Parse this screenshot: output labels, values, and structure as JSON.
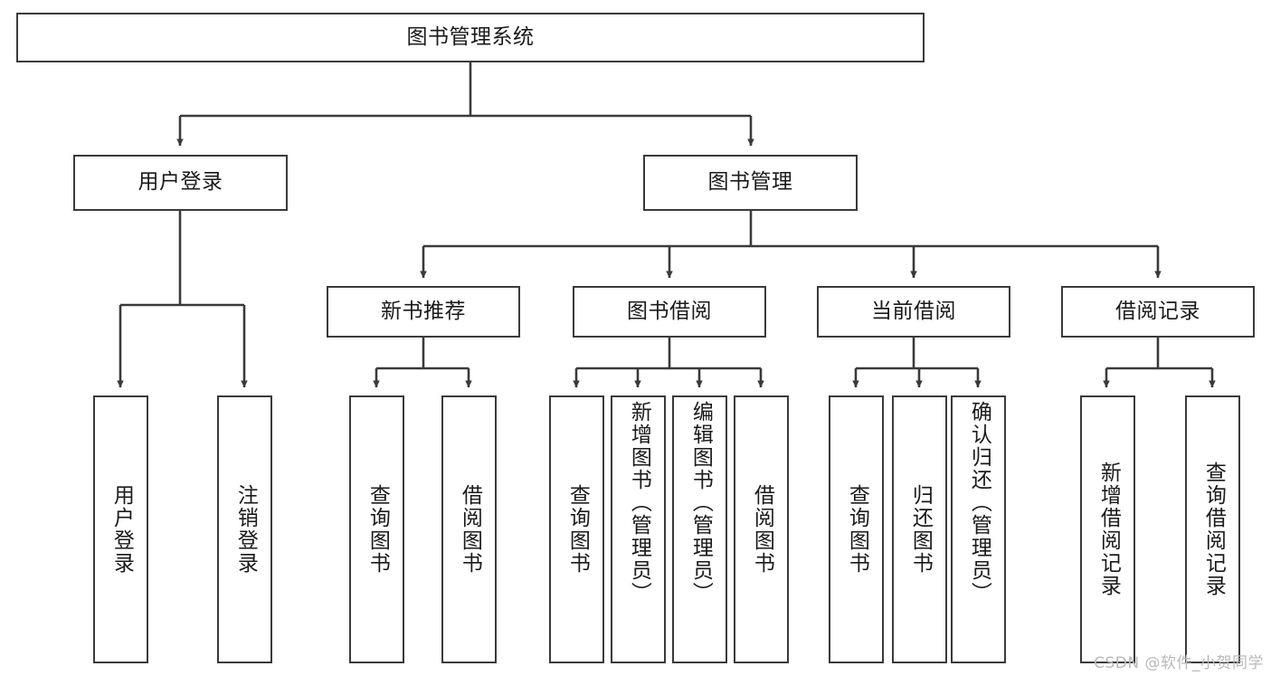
{
  "diagram": {
    "title": "图书管理系统",
    "type": "functional-structure-tree",
    "watermark": "CSDN @软件_小贺同学",
    "root": {
      "id": "root",
      "label": "图书管理系统",
      "orientation": "horizontal"
    },
    "level2": [
      {
        "id": "user-login",
        "label": "用户登录",
        "orientation": "horizontal"
      },
      {
        "id": "book-management",
        "label": "图书管理",
        "orientation": "horizontal"
      }
    ],
    "level3": [
      {
        "id": "new-book-recommend",
        "label": "新书推荐",
        "orientation": "horizontal",
        "parent": "book-management"
      },
      {
        "id": "book-borrow",
        "label": "图书借阅",
        "orientation": "horizontal",
        "parent": "book-management"
      },
      {
        "id": "current-borrow",
        "label": "当前借阅",
        "orientation": "horizontal",
        "parent": "book-management"
      },
      {
        "id": "borrow-record",
        "label": "借阅记录",
        "orientation": "horizontal",
        "parent": "book-management"
      }
    ],
    "leaves": [
      {
        "id": "leaf-user-login",
        "label": "用户登录",
        "orientation": "vertical",
        "parent": "user-login"
      },
      {
        "id": "leaf-user-logout",
        "label": "注销登录",
        "orientation": "vertical",
        "parent": "user-login"
      },
      {
        "id": "leaf-query-book-1",
        "label": "查询图书",
        "orientation": "vertical",
        "parent": "new-book-recommend"
      },
      {
        "id": "leaf-borrow-book-1",
        "label": "借阅图书",
        "orientation": "vertical",
        "parent": "new-book-recommend"
      },
      {
        "id": "leaf-query-book-2",
        "label": "查询图书",
        "orientation": "vertical",
        "parent": "book-borrow"
      },
      {
        "id": "leaf-add-book",
        "label": "新增图书（管理员）",
        "orientation": "vertical",
        "parent": "book-borrow"
      },
      {
        "id": "leaf-edit-book",
        "label": "编辑图书（管理员）",
        "orientation": "vertical",
        "parent": "book-borrow"
      },
      {
        "id": "leaf-borrow-book-2",
        "label": "借阅图书",
        "orientation": "vertical",
        "parent": "book-borrow"
      },
      {
        "id": "leaf-query-book-3",
        "label": "查询图书",
        "orientation": "vertical",
        "parent": "current-borrow"
      },
      {
        "id": "leaf-return-book",
        "label": "归还图书",
        "orientation": "vertical",
        "parent": "current-borrow"
      },
      {
        "id": "leaf-confirm-return",
        "label": "确认归还（管理员）",
        "orientation": "vertical",
        "parent": "current-borrow"
      },
      {
        "id": "leaf-add-record",
        "label": "新增借阅记录",
        "orientation": "vertical",
        "parent": "borrow-record"
      },
      {
        "id": "leaf-query-record",
        "label": "查询借阅记录",
        "orientation": "vertical",
        "parent": "borrow-record"
      }
    ],
    "colors": {
      "stroke": "#3a3a3a",
      "text": "#1a1a1a",
      "background": "#ffffff",
      "watermark": "#b9b9b9"
    }
  }
}
